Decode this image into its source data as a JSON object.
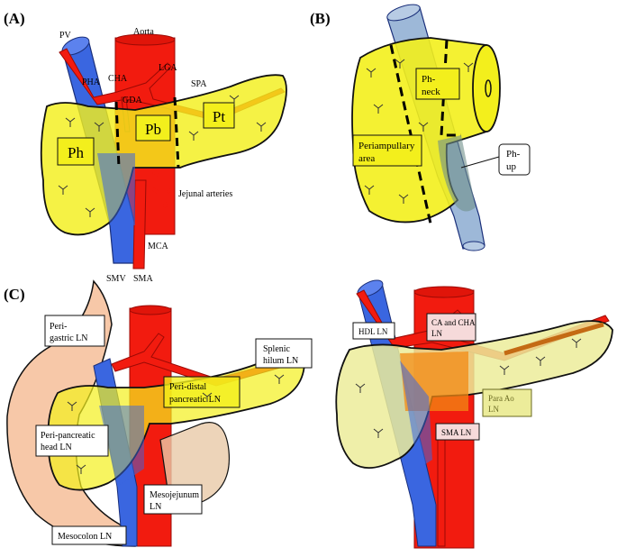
{
  "panels": {
    "a": {
      "letter": "(A)",
      "vessels": {
        "pv": "PV",
        "aorta": "Aorta",
        "pha": "PHA",
        "cha": "CHA",
        "lga": "LGA",
        "gda": "GDA",
        "spa": "SPA",
        "jejunal": "Jejunal arteries",
        "mca": "MCA",
        "smv": "SMV",
        "sma": "SMA"
      },
      "regions": {
        "ph": "Ph",
        "pb": "Pb",
        "pt": "Pt"
      }
    },
    "b": {
      "letter": "(B)",
      "boxes": {
        "ph_neck_1": "Ph-",
        "ph_neck_2": "neck",
        "periamp_1": "Periampullary",
        "periamp_2": "area",
        "ph_up_1": "Ph-",
        "ph_up_2": "up"
      }
    },
    "c": {
      "letter": "(C)",
      "labels": {
        "perigastric_1": "Peri-",
        "perigastric_2": "gastric LN",
        "peridistal_1": "Peri-distal",
        "peridistal_2": "pancreatic LN",
        "splenic_1": "Splenic",
        "splenic_2": "hilum LN",
        "perihead_1": "Peri-pancreatic",
        "perihead_2": "head LN",
        "mesojej_1": "Mesojejunum",
        "mesojej_2": "LN",
        "mesocolon": "Mesocolon LN"
      }
    },
    "d": {
      "labels": {
        "hdl": "HDL LN",
        "cacha_1": "CA and CHA",
        "cacha_2": "LN",
        "paraao_1": "Para Ao",
        "paraao_2": "LN",
        "sma_ln": "SMA LN"
      }
    }
  },
  "colors": {
    "artery": "#f21b0f",
    "vein": "#3a66e0",
    "pancreas": "#f3ef1c",
    "pancreas_pale": "#ecec9a",
    "stomach": "#f7c8a8",
    "vein_pale": "#9db8d8"
  }
}
